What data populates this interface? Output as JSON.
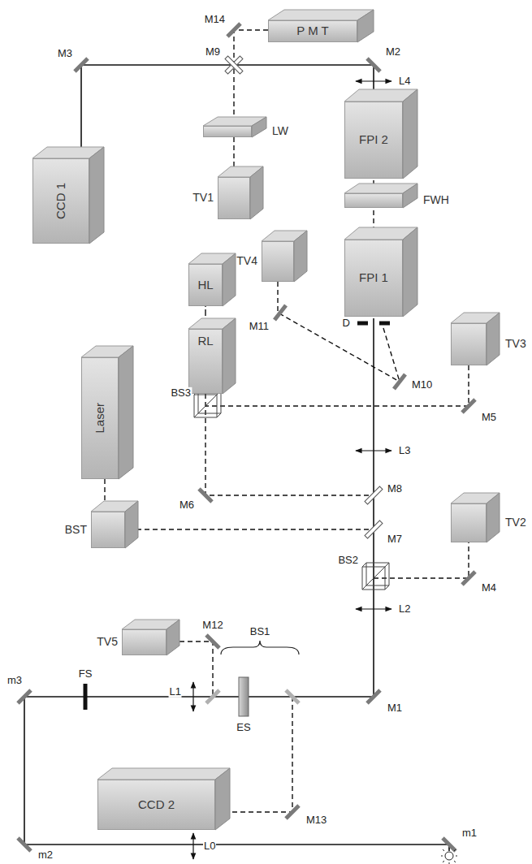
{
  "diagram": {
    "nodes": [
      {
        "text": [
          "P M T"
        ]
      },
      {
        "text": [
          "CCD 1"
        ]
      },
      {
        "text": [
          "LW"
        ]
      },
      {
        "text": [
          "TV1"
        ]
      },
      {
        "text": [
          "FPI 2"
        ]
      },
      {
        "text": [
          "FWH"
        ]
      },
      {
        "text": [
          "TV4"
        ]
      },
      {
        "text": [
          "FPI 1"
        ]
      },
      {
        "text": [
          "HL"
        ]
      },
      {
        "text": [
          "RL"
        ]
      },
      {
        "text": [
          "TV3"
        ]
      },
      {
        "text": [
          "Laser"
        ]
      },
      {
        "text": [
          "BST"
        ]
      },
      {
        "text": [
          "TV2"
        ]
      },
      {
        "text": [
          "TV5"
        ]
      },
      {
        "text": [
          "CCD 2"
        ]
      }
    ],
    "edges": [
      {
        "from": 7,
        "to": 5,
        "arrow": "none"
      },
      {
        "from": 5,
        "to": 4,
        "arrow": "none"
      },
      {
        "from": 9,
        "to": 8,
        "arrow": "none"
      },
      {
        "from": 2,
        "to": 3,
        "arrow": "none"
      },
      {
        "from": 11,
        "to": 12,
        "arrow": "none"
      }
    ],
    "labels": [
      "M14",
      "M3",
      "M9",
      "M2",
      "L4",
      "M11",
      "D",
      "M10",
      "BS3",
      "M5",
      "L3",
      "M6",
      "M8",
      "M7",
      "BS2",
      "M4",
      "M12",
      "BS1",
      "L2",
      "m3",
      "FS",
      "L1",
      "ES",
      "M1",
      "M13",
      "L0",
      "m2",
      "m1"
    ]
  }
}
